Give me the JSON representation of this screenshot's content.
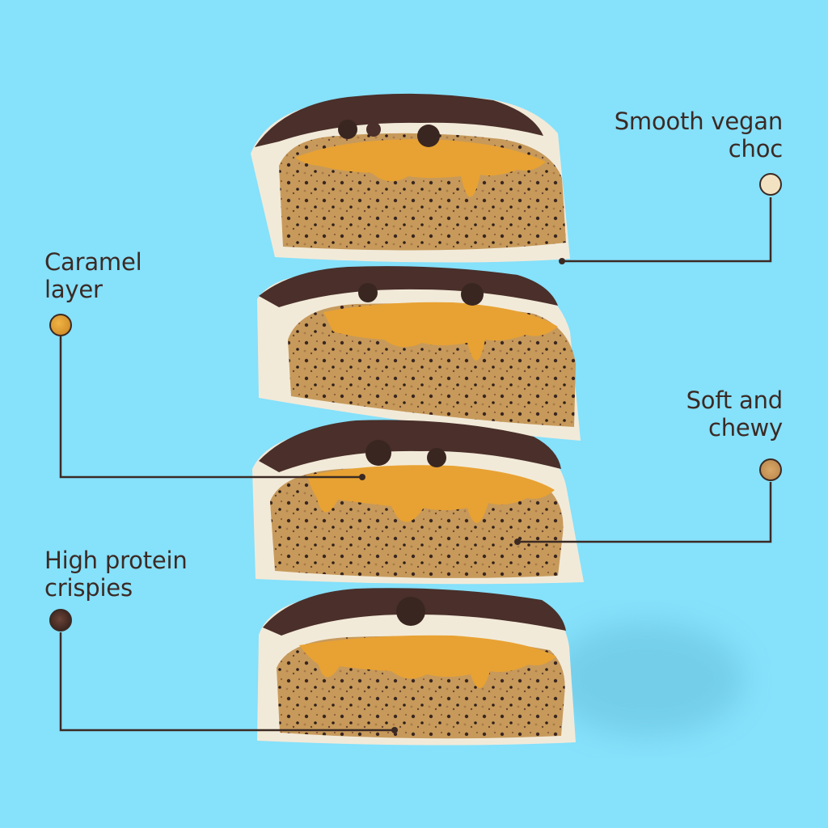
{
  "colors": {
    "background": "#86e1fb",
    "text": "#3b2a24",
    "line": "#3b2a24",
    "white_choc": "#f2ead9",
    "caramel": "#e8a233",
    "cookie": "#c79a5b",
    "crispy": "#4a2f2a"
  },
  "callouts": {
    "smooth_choc": {
      "line1": "Smooth vegan",
      "line2": "choc",
      "icon": "white-chocolate-swatch-icon"
    },
    "caramel": {
      "line1": "Caramel",
      "line2": "layer",
      "icon": "caramel-swatch-icon"
    },
    "soft": {
      "line1": "Soft and",
      "line2": "chewy",
      "icon": "cookie-dough-swatch-icon"
    },
    "crispies": {
      "line1": "High protein",
      "line2": "crispies",
      "icon": "protein-crispy-swatch-icon"
    }
  }
}
